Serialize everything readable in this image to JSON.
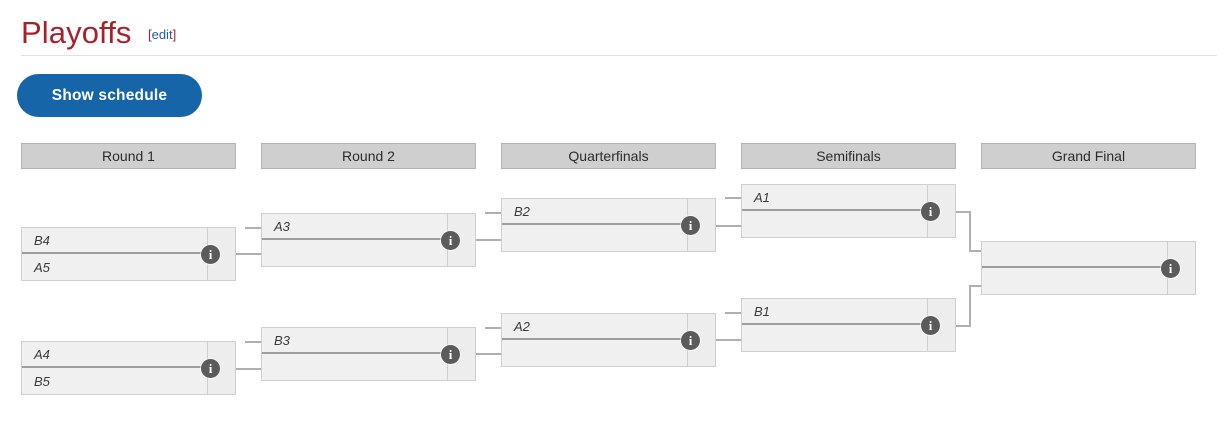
{
  "header": {
    "title": "Playoffs",
    "edit_open": "[",
    "edit_label": "edit",
    "edit_close": "]"
  },
  "toolbar": {
    "show_schedule_label": "Show schedule"
  },
  "colors": {
    "title": "#a6222b",
    "link": "#2a5da8",
    "button": "#1565a8",
    "round_header_bg": "#cfcfcf",
    "match_bg": "#f0f0f0",
    "connector": "#b0b0b0",
    "info_icon": "#5b5b5b"
  },
  "icons": {
    "info": "i"
  },
  "bracket": {
    "rounds": [
      {
        "name": "round-1",
        "label": "Round 1",
        "matches": [
          {
            "id": "r1-m1",
            "top": "B4",
            "bottom": "A5",
            "top_score": "",
            "bottom_score": ""
          },
          {
            "id": "r1-m2",
            "top": "A4",
            "bottom": "B5",
            "top_score": "",
            "bottom_score": ""
          }
        ]
      },
      {
        "name": "round-2",
        "label": "Round 2",
        "matches": [
          {
            "id": "r2-m1",
            "top": "A3",
            "bottom": "",
            "top_score": "",
            "bottom_score": ""
          },
          {
            "id": "r2-m2",
            "top": "B3",
            "bottom": "",
            "top_score": "",
            "bottom_score": ""
          }
        ]
      },
      {
        "name": "quarterfinals",
        "label": "Quarterfinals",
        "matches": [
          {
            "id": "qf-m1",
            "top": "B2",
            "bottom": "",
            "top_score": "",
            "bottom_score": ""
          },
          {
            "id": "qf-m2",
            "top": "A2",
            "bottom": "",
            "top_score": "",
            "bottom_score": ""
          }
        ]
      },
      {
        "name": "semifinals",
        "label": "Semifinals",
        "matches": [
          {
            "id": "sf-m1",
            "top": "A1",
            "bottom": "",
            "top_score": "",
            "bottom_score": ""
          },
          {
            "id": "sf-m2",
            "top": "B1",
            "bottom": "",
            "top_score": "",
            "bottom_score": ""
          }
        ]
      },
      {
        "name": "grand-final",
        "label": "Grand Final",
        "matches": [
          {
            "id": "gf-m1",
            "top": "",
            "bottom": "",
            "top_score": "",
            "bottom_score": ""
          }
        ]
      }
    ]
  }
}
